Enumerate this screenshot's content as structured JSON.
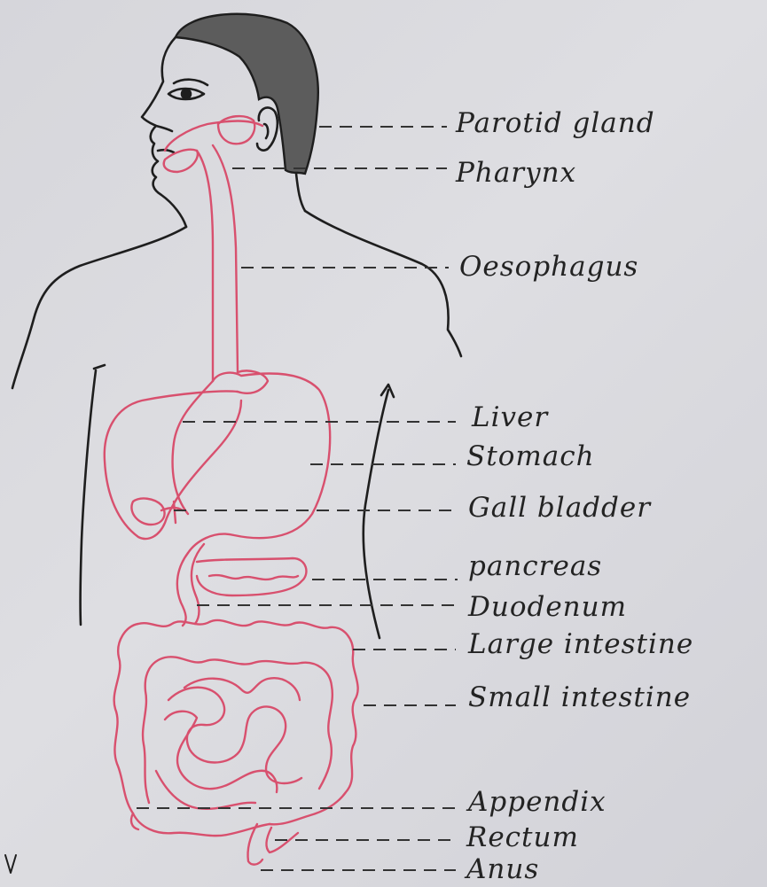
{
  "diagram": {
    "title": "",
    "colors": {
      "outline": "#1e1e1e",
      "tract": "#d8506e",
      "hair": "#5a5a5a",
      "leader": "#333333",
      "paper": "#d8d8dd"
    },
    "labels": [
      {
        "id": "parotid-gland",
        "text": "Parotid gland"
      },
      {
        "id": "pharynx",
        "text": "Pharynx"
      },
      {
        "id": "oesophagus",
        "text": "Oesophagus"
      },
      {
        "id": "liver",
        "text": "Liver"
      },
      {
        "id": "stomach",
        "text": "Stomach"
      },
      {
        "id": "gall-bladder",
        "text": "Gall bladder"
      },
      {
        "id": "pancreas",
        "text": "pancreas"
      },
      {
        "id": "duodenum",
        "text": "Duodenum"
      },
      {
        "id": "large-intestine",
        "text": "Large intestine"
      },
      {
        "id": "small-intestine",
        "text": "Small intestine"
      },
      {
        "id": "appendix",
        "text": "Appendix"
      },
      {
        "id": "rectum",
        "text": "Rectum"
      },
      {
        "id": "anus",
        "text": "Anus"
      }
    ]
  }
}
